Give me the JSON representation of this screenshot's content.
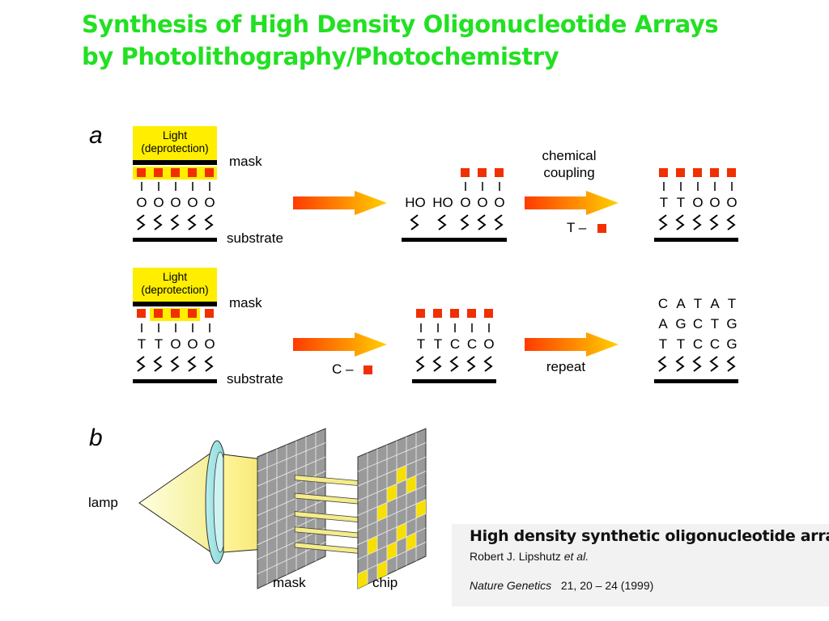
{
  "title": {
    "line1": "Synthesis of High Density Oligonucleotide Arrays",
    "line2": "by Photolithography/Photochemistry"
  },
  "panel_a": {
    "label": "a",
    "light_line1": "Light",
    "light_line2": "(deprotection)",
    "mask": "mask",
    "substrate": "substrate",
    "row1": {
      "start": [
        "O",
        "O",
        "O",
        "O",
        "O"
      ],
      "mid": [
        "HO",
        "HO",
        "O",
        "O",
        "O"
      ],
      "arrow2_top1": "chemical",
      "arrow2_top2": "coupling",
      "reagent": "T –",
      "end": [
        "T",
        "T",
        "O",
        "O",
        "O"
      ]
    },
    "row2": {
      "start": [
        "T",
        "T",
        "O",
        "O",
        "O"
      ],
      "reagent": "C –",
      "mid": [
        "T",
        "T",
        "C",
        "C",
        "O"
      ],
      "arrow2_label": "repeat",
      "end_rows": [
        [
          "C",
          "A",
          "T",
          "A",
          "T"
        ],
        [
          "A",
          "G",
          "C",
          "T",
          "G"
        ],
        [
          "T",
          "T",
          "C",
          "C",
          "G"
        ]
      ]
    }
  },
  "panel_b": {
    "label": "b",
    "lamp": "lamp",
    "mask": "mask",
    "chip": "chip"
  },
  "citation": {
    "title": "High density synthetic oligonucleotide arrays",
    "authors": "Robert J. Lipshutz",
    "etal": "et al.",
    "journal": "Nature Genetics",
    "ref": "21, 20 – 24 (1999)"
  },
  "colors": {
    "title": "#22e022",
    "light": "#ffee00",
    "protect": "#f03000",
    "arrow_start": "#ff3b00",
    "arrow_end": "#ffd000"
  }
}
